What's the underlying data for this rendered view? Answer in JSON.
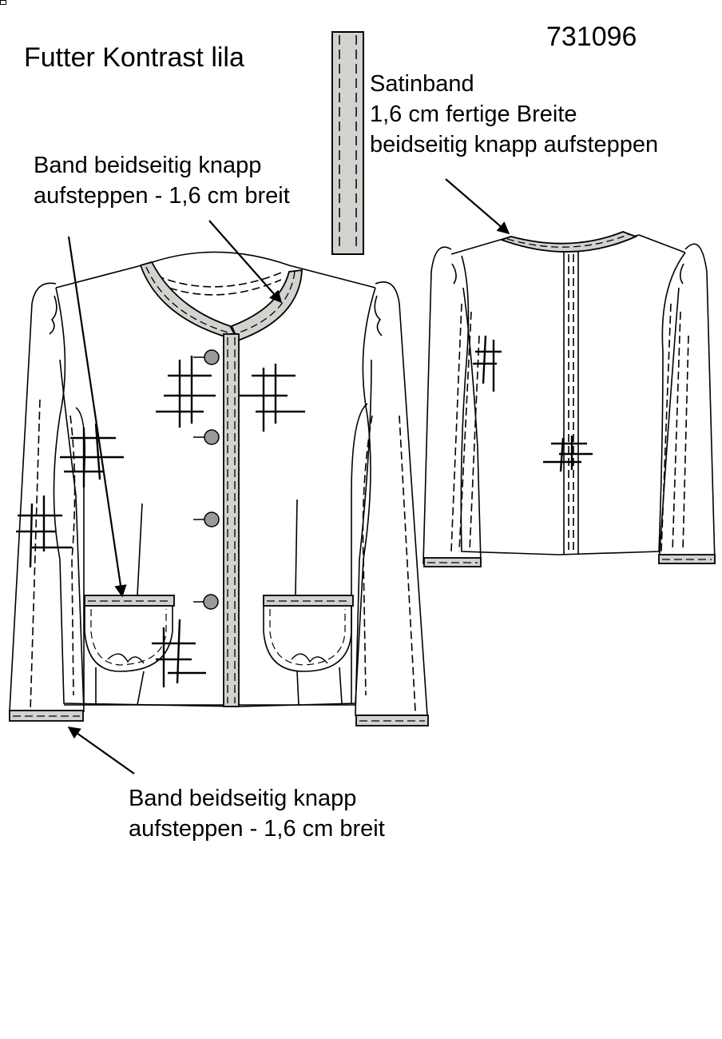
{
  "title": "Futter Kontrast lila",
  "pattern_number": "731096",
  "satin_note": {
    "line1": "Satinband",
    "line2": "1,6 cm fertige Breite",
    "line3": "beidseitig knapp aufsteppen"
  },
  "band_note_top": {
    "line1": "Band beidseitig knapp",
    "line2": "aufsteppen - 1,6 cm breit"
  },
  "band_note_bottom": {
    "line1": "Band beidseitig knapp",
    "line2": "aufsteppen - 1,6 cm breit"
  },
  "colors": {
    "line": "#000000",
    "band_fill": "#d2d2cf",
    "button_fill": "#9a9a9a",
    "background": "#ffffff"
  }
}
